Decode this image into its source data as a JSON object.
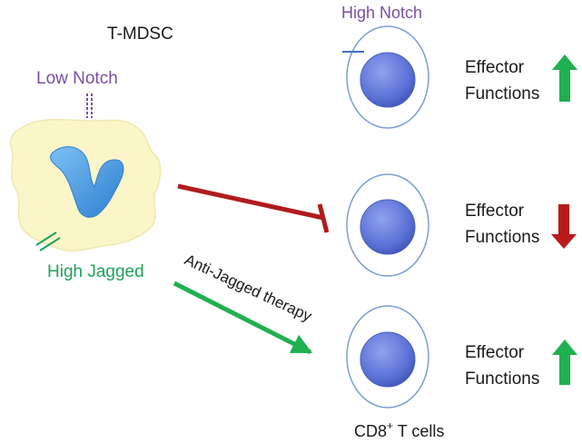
{
  "mdsc": {
    "title": "T-MDSC",
    "low_notch": "Low Notch",
    "high_jagged": "High Jagged"
  },
  "therapy": {
    "label": "Anti-Jagged therapy"
  },
  "tcells": {
    "top": {
      "notch_label": "High Notch",
      "effector_line1": "Effector",
      "effector_line2": "Functions",
      "trend": "up"
    },
    "middle": {
      "effector_line1": "Effector",
      "effector_line2": "Functions",
      "trend": "down"
    },
    "bottom": {
      "effector_line1": "Effector",
      "effector_line2": "Functions",
      "trend": "up"
    },
    "caption_main": "CD8",
    "caption_sup": "+",
    "caption_rest": " T cells"
  },
  "colors": {
    "text": "#1a1a1a",
    "purple": "#7a4fa3",
    "green_text": "#1fa35a",
    "up_arrow": "#1fb04f",
    "down_arrow": "#b81a1a",
    "inhibit": "#b01c1c",
    "therapy_arrow": "#1fb04f",
    "cell_body": "#fbf6c8",
    "nucleus": "#4a9be0",
    "tcell_core": "#5b72d6",
    "tcell_ring": "#7a9fd6",
    "notch_mark": "#3c6fc4"
  }
}
